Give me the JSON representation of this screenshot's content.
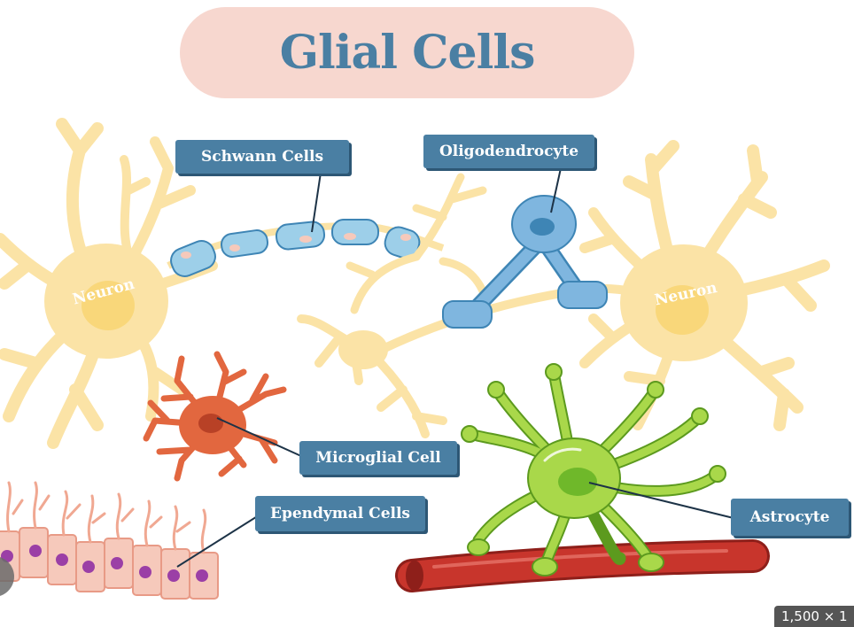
{
  "title": "Glial Cells",
  "labels": {
    "schwann": "Schwann Cells",
    "oligodendrocyte": "Oligodendrocyte",
    "microglial": "Microglial Cell",
    "ependymal": "Ependymal Cells",
    "astrocyte": "Astrocyte"
  },
  "cell_text": {
    "neuron_left": "Neuron",
    "neuron_right": "Neuron"
  },
  "image_size_badge": "1,500 × 1",
  "colors": {
    "title_pill": "#f7d7cf",
    "title_text": "#4a7fa3",
    "label_bg": "#4a7fa3",
    "neuron": "#fbe3a6",
    "neuron_nucleus": "#f9d77a",
    "schwann": "#9dcfe9",
    "oligodendrocyte": "#7fb6df",
    "microglia": "#e2673f",
    "astrocyte": "#a9d84a",
    "blood_vessel": "#c8352c",
    "ependymal": "#f6c9bb"
  }
}
